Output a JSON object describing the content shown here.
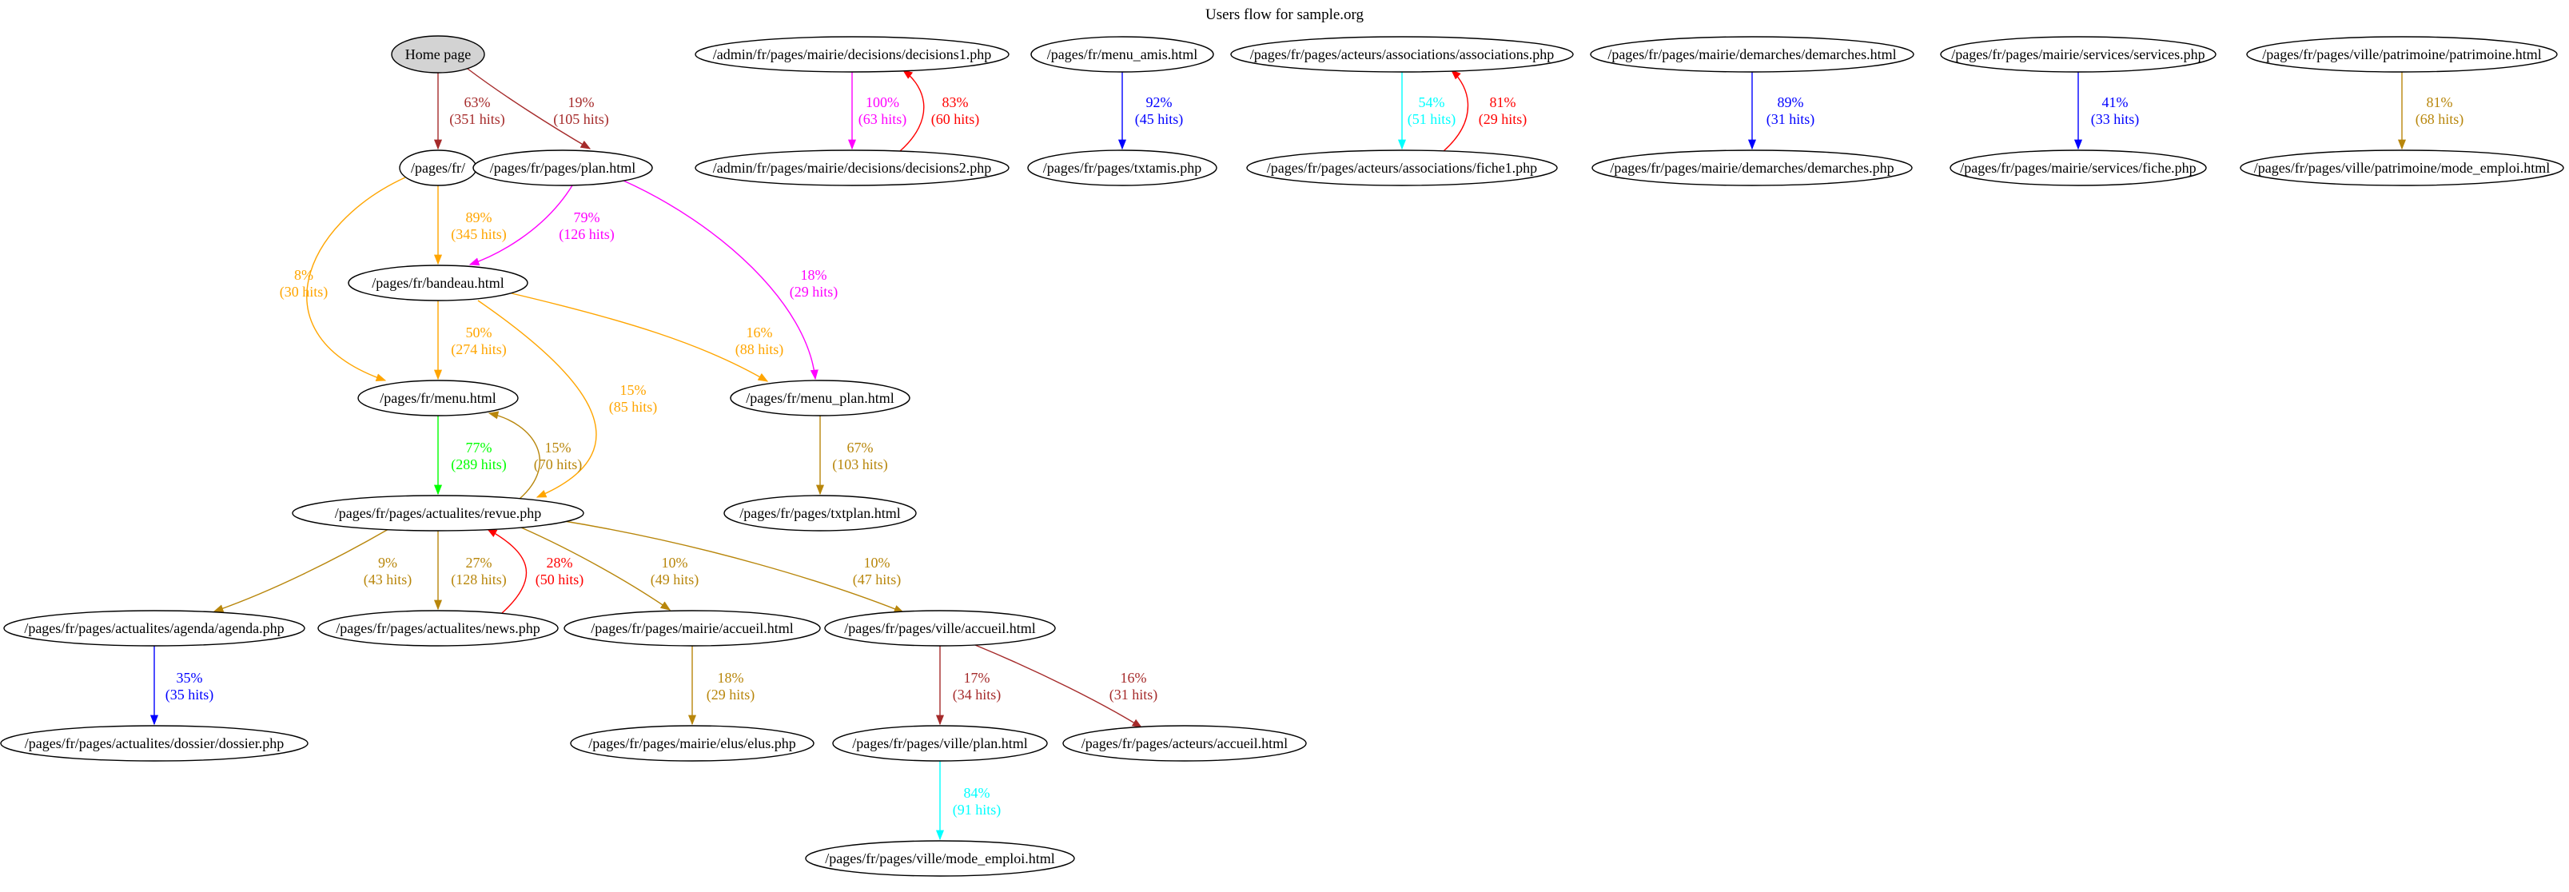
{
  "title": "Users flow for sample.org",
  "colors": {
    "home_fill": "#d3d3d3",
    "node_fill": "#ffffff",
    "node_stroke": "#000000"
  },
  "nodes": [
    {
      "id": "home",
      "label": "Home page",
      "filled": true
    },
    {
      "id": "fr",
      "label": "/pages/fr/"
    },
    {
      "id": "plan",
      "label": "/pages/fr/pages/plan.html"
    },
    {
      "id": "bandeau",
      "label": "/pages/fr/bandeau.html"
    },
    {
      "id": "menu",
      "label": "/pages/fr/menu.html"
    },
    {
      "id": "menu_plan",
      "label": "/pages/fr/menu_plan.html"
    },
    {
      "id": "txtplan",
      "label": "/pages/fr/pages/txtplan.html"
    },
    {
      "id": "revue",
      "label": "/pages/fr/pages/actualites/revue.php"
    },
    {
      "id": "agenda",
      "label": "/pages/fr/pages/actualites/agenda/agenda.php"
    },
    {
      "id": "news",
      "label": "/pages/fr/pages/actualites/news.php"
    },
    {
      "id": "mairie_accueil",
      "label": "/pages/fr/pages/mairie/accueil.html"
    },
    {
      "id": "ville_accueil",
      "label": "/pages/fr/pages/ville/accueil.html"
    },
    {
      "id": "dossier",
      "label": "/pages/fr/pages/actualites/dossier/dossier.php"
    },
    {
      "id": "elus",
      "label": "/pages/fr/pages/mairie/elus/elus.php"
    },
    {
      "id": "ville_plan",
      "label": "/pages/fr/pages/ville/plan.html"
    },
    {
      "id": "acteurs_accueil",
      "label": "/pages/fr/pages/acteurs/accueil.html"
    },
    {
      "id": "mode_emploi",
      "label": "/pages/fr/pages/ville/mode_emploi.html"
    },
    {
      "id": "dec1",
      "label": "/admin/fr/pages/mairie/decisions/decisions1.php"
    },
    {
      "id": "dec2",
      "label": "/admin/fr/pages/mairie/decisions/decisions2.php"
    },
    {
      "id": "menu_amis",
      "label": "/pages/fr/menu_amis.html"
    },
    {
      "id": "txtamis",
      "label": "/pages/fr/pages/txtamis.php"
    },
    {
      "id": "assoc",
      "label": "/pages/fr/pages/acteurs/associations/associations.php"
    },
    {
      "id": "fiche1",
      "label": "/pages/fr/pages/acteurs/associations/fiche1.php"
    },
    {
      "id": "demarches_html",
      "label": "/pages/fr/pages/mairie/demarches/demarches.html"
    },
    {
      "id": "demarches_php",
      "label": "/pages/fr/pages/mairie/demarches/demarches.php"
    },
    {
      "id": "services",
      "label": "/pages/fr/pages/mairie/services/services.php"
    },
    {
      "id": "fiche",
      "label": "/pages/fr/pages/mairie/services/fiche.php"
    },
    {
      "id": "patrimoine",
      "label": "/pages/fr/pages/ville/patrimoine/patrimoine.html"
    },
    {
      "id": "patrimoine_mode",
      "label": "/pages/fr/pages/ville/patrimoine/mode_emploi.html"
    }
  ],
  "edges": [
    {
      "id": "e-home-fr",
      "from": "home",
      "to": "fr",
      "pct": "63%",
      "hits": "(351 hits)",
      "color": "#a52a2a"
    },
    {
      "id": "e-home-plan",
      "from": "home",
      "to": "plan",
      "pct": "19%",
      "hits": "(105 hits)",
      "color": "#a52a2a"
    },
    {
      "id": "e-fr-bandeau",
      "from": "fr",
      "to": "bandeau",
      "pct": "89%",
      "hits": "(345 hits)",
      "color": "#ffa500"
    },
    {
      "id": "e-fr-menu",
      "from": "fr",
      "to": "menu",
      "pct": "8%",
      "hits": "(30 hits)",
      "color": "#ffa500"
    },
    {
      "id": "e-plan-bandeau",
      "from": "plan",
      "to": "bandeau",
      "pct": "79%",
      "hits": "(126 hits)",
      "color": "#ff00ff"
    },
    {
      "id": "e-plan-menu_plan",
      "from": "plan",
      "to": "menu_plan",
      "pct": "18%",
      "hits": "(29 hits)",
      "color": "#ff00ff"
    },
    {
      "id": "e-bandeau-menu",
      "from": "bandeau",
      "to": "menu",
      "pct": "50%",
      "hits": "(274 hits)",
      "color": "#ffa500"
    },
    {
      "id": "e-bandeau-menu_plan",
      "from": "bandeau",
      "to": "menu_plan",
      "pct": "16%",
      "hits": "(88 hits)",
      "color": "#ffa500"
    },
    {
      "id": "e-bandeau-revue",
      "from": "bandeau",
      "to": "revue",
      "pct": "15%",
      "hits": "(85 hits)",
      "color": "#ffa500"
    },
    {
      "id": "e-menu-revue",
      "from": "menu",
      "to": "revue",
      "pct": "77%",
      "hits": "(289 hits)",
      "color": "#00ff00"
    },
    {
      "id": "e-revue-menu",
      "from": "revue",
      "to": "menu",
      "pct": "15%",
      "hits": "(70 hits)",
      "color": "#b8860b"
    },
    {
      "id": "e-menu_plan-txtplan",
      "from": "menu_plan",
      "to": "txtplan",
      "pct": "67%",
      "hits": "(103 hits)",
      "color": "#b8860b"
    },
    {
      "id": "e-revue-agenda",
      "from": "revue",
      "to": "agenda",
      "pct": "9%",
      "hits": "(43 hits)",
      "color": "#b8860b"
    },
    {
      "id": "e-revue-news",
      "from": "revue",
      "to": "news",
      "pct": "27%",
      "hits": "(128 hits)",
      "color": "#b8860b"
    },
    {
      "id": "e-news-revue",
      "from": "news",
      "to": "revue",
      "pct": "28%",
      "hits": "(50 hits)",
      "color": "#ff0000"
    },
    {
      "id": "e-revue-mairie",
      "from": "revue",
      "to": "mairie_accueil",
      "pct": "10%",
      "hits": "(49 hits)",
      "color": "#b8860b"
    },
    {
      "id": "e-revue-ville",
      "from": "revue",
      "to": "ville_accueil",
      "pct": "10%",
      "hits": "(47 hits)",
      "color": "#b8860b"
    },
    {
      "id": "e-agenda-dossier",
      "from": "agenda",
      "to": "dossier",
      "pct": "35%",
      "hits": "(35 hits)",
      "color": "#0000ff"
    },
    {
      "id": "e-mairie-elus",
      "from": "mairie_accueil",
      "to": "elus",
      "pct": "18%",
      "hits": "(29 hits)",
      "color": "#b8860b"
    },
    {
      "id": "e-ville-villeplan",
      "from": "ville_accueil",
      "to": "ville_plan",
      "pct": "17%",
      "hits": "(34 hits)",
      "color": "#a52a2a"
    },
    {
      "id": "e-ville-acteurs",
      "from": "ville_accueil",
      "to": "acteurs_accueil",
      "pct": "16%",
      "hits": "(31 hits)",
      "color": "#a52a2a"
    },
    {
      "id": "e-villeplan-mode",
      "from": "ville_plan",
      "to": "mode_emploi",
      "pct": "84%",
      "hits": "(91 hits)",
      "color": "#00ffff"
    },
    {
      "id": "e-dec1-dec2",
      "from": "dec1",
      "to": "dec2",
      "pct": "100%",
      "hits": "(63 hits)",
      "color": "#ff00ff"
    },
    {
      "id": "e-dec2-dec1",
      "from": "dec2",
      "to": "dec1",
      "pct": "83%",
      "hits": "(60 hits)",
      "color": "#ff0000"
    },
    {
      "id": "e-amis-txtamis",
      "from": "menu_amis",
      "to": "txtamis",
      "pct": "92%",
      "hits": "(45 hits)",
      "color": "#0000ff"
    },
    {
      "id": "e-assoc-fiche1",
      "from": "assoc",
      "to": "fiche1",
      "pct": "54%",
      "hits": "(51 hits)",
      "color": "#00ffff"
    },
    {
      "id": "e-fiche1-assoc",
      "from": "fiche1",
      "to": "assoc",
      "pct": "81%",
      "hits": "(29 hits)",
      "color": "#ff0000"
    },
    {
      "id": "e-demarches",
      "from": "demarches_html",
      "to": "demarches_php",
      "pct": "89%",
      "hits": "(31 hits)",
      "color": "#0000ff"
    },
    {
      "id": "e-services",
      "from": "services",
      "to": "fiche",
      "pct": "41%",
      "hits": "(33 hits)",
      "color": "#0000ff"
    },
    {
      "id": "e-patrimoine",
      "from": "patrimoine",
      "to": "patrimoine_mode",
      "pct": "81%",
      "hits": "(68 hits)",
      "color": "#b8860b"
    }
  ]
}
